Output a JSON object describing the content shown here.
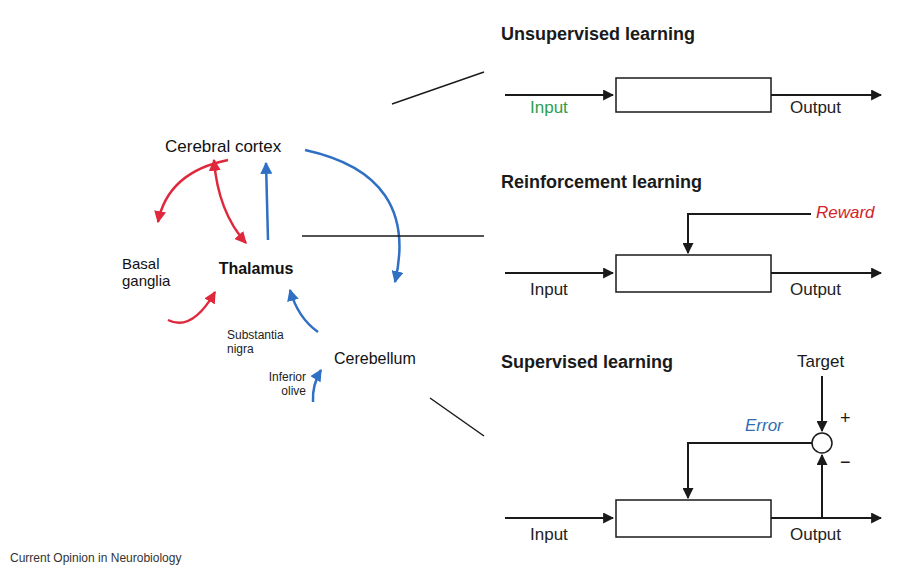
{
  "diagram": {
    "nodes": [
      {
        "text": [
          "Cerebral cortex"
        ]
      },
      {
        "text": [
          "Basal ganglia"
        ],
        "in": 0
      },
      {
        "text": [
          "Thalamus"
        ],
        "in": 0
      },
      {
        "text": [
          "Substantia nigra"
        ],
        "in": 0
      },
      {
        "text": [
          "Cerebellum"
        ]
      },
      {
        "text": [
          "Inferior olive"
        ]
      },
      {
        "text": [
          "Unsupervised learning",
          "Input",
          "Output"
        ]
      },
      {
        "text": [
          "Reinforcement learning",
          "Reward",
          "Input",
          "Output"
        ]
      },
      {
        "text": [
          "Supervised learning",
          "Target",
          "+",
          "−",
          "Error",
          "Input",
          "Output"
        ]
      }
    ],
    "edges": [
      {
        "from": 0,
        "to": 1,
        "arrow": "to"
      },
      {
        "from": 0,
        "to": 2,
        "arrow": "both"
      },
      {
        "from": 1,
        "to": 2,
        "arrow": "to"
      },
      {
        "from": 2,
        "to": 0,
        "arrow": "to"
      },
      {
        "from": 0,
        "to": 4,
        "arrow": "to"
      },
      {
        "from": 4,
        "to": 2,
        "arrow": "to"
      },
      {
        "from": 5,
        "to": 4,
        "arrow": "to"
      },
      {
        "from": 0,
        "to": 6,
        "arrow": "none"
      },
      {
        "from": 1,
        "to": 7,
        "arrow": "none"
      },
      {
        "from": 4,
        "to": 8,
        "arrow": "none"
      }
    ],
    "labels": [
      "Current Opinion in Neurobiology"
    ]
  }
}
